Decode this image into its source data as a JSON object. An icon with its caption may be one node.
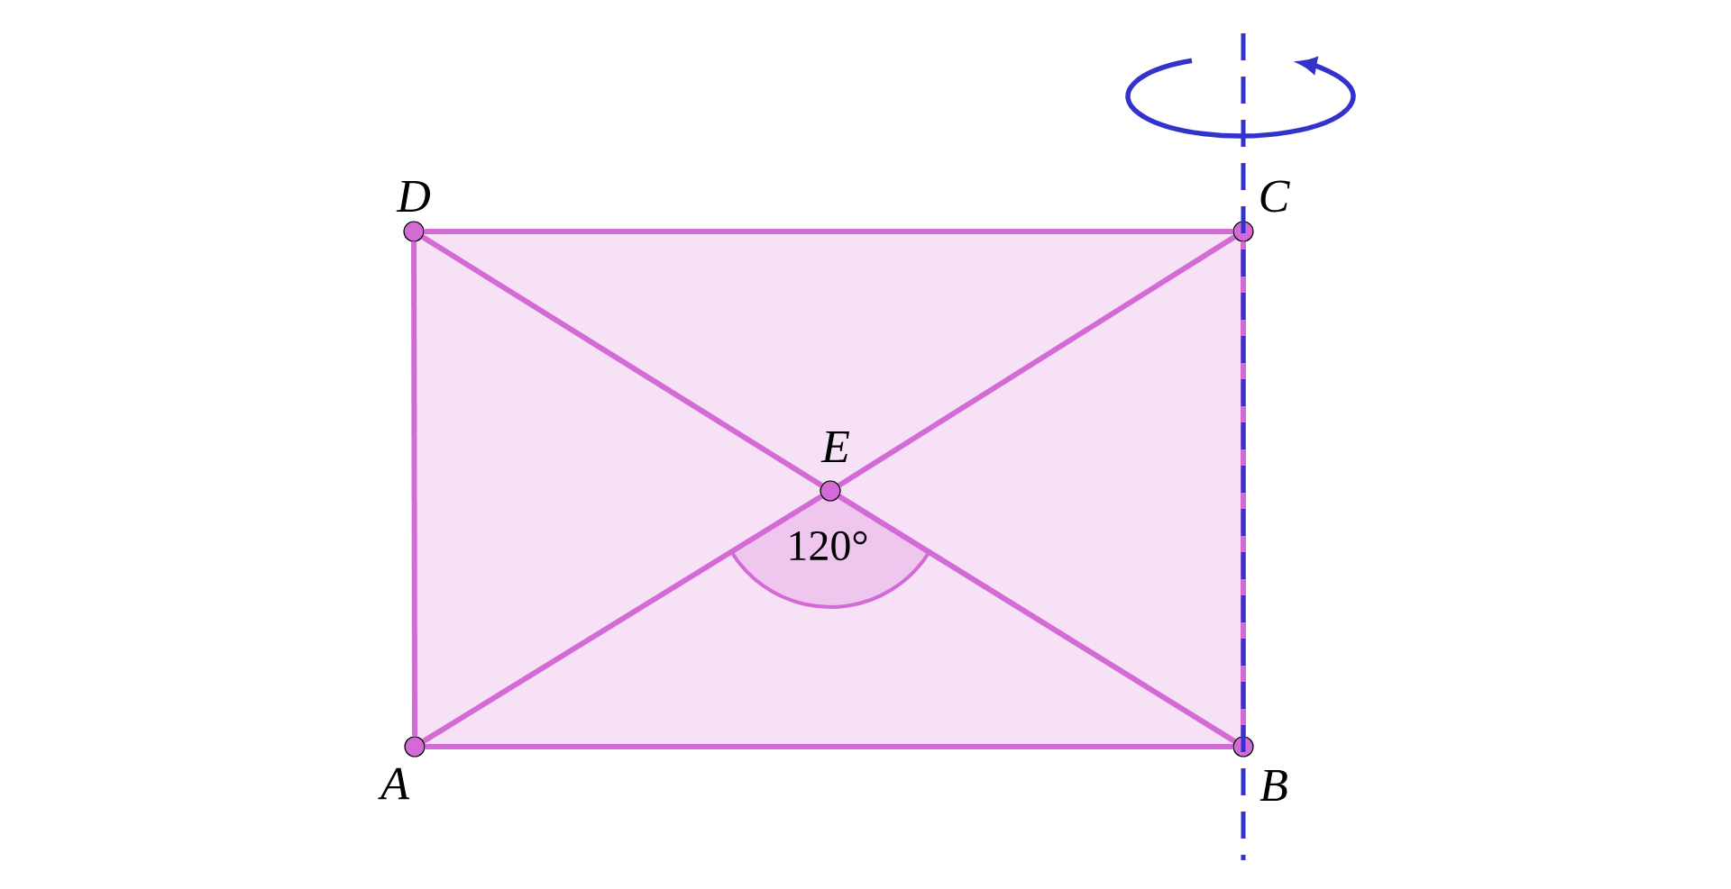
{
  "diagram": {
    "nodes": [
      {
        "text": [
          "D"
        ]
      },
      {
        "text": [
          "C"
        ]
      },
      {
        "text": [
          "E"
        ]
      },
      {
        "text": [
          "A"
        ]
      },
      {
        "text": [
          "B"
        ]
      }
    ],
    "edges": [
      {
        "from": 0,
        "to": 1,
        "arrow": "none"
      },
      {
        "from": 1,
        "to": 4,
        "arrow": "none"
      },
      {
        "from": 3,
        "to": 4,
        "arrow": "none"
      },
      {
        "from": 0,
        "to": 3,
        "arrow": "none"
      },
      {
        "from": 0,
        "to": 2,
        "arrow": "none"
      },
      {
        "from": 2,
        "to": 4,
        "arrow": "none"
      },
      {
        "from": 3,
        "to": 2,
        "arrow": "none"
      },
      {
        "from": 2,
        "to": 1,
        "arrow": "none"
      }
    ],
    "labels": [
      "120°"
    ]
  }
}
